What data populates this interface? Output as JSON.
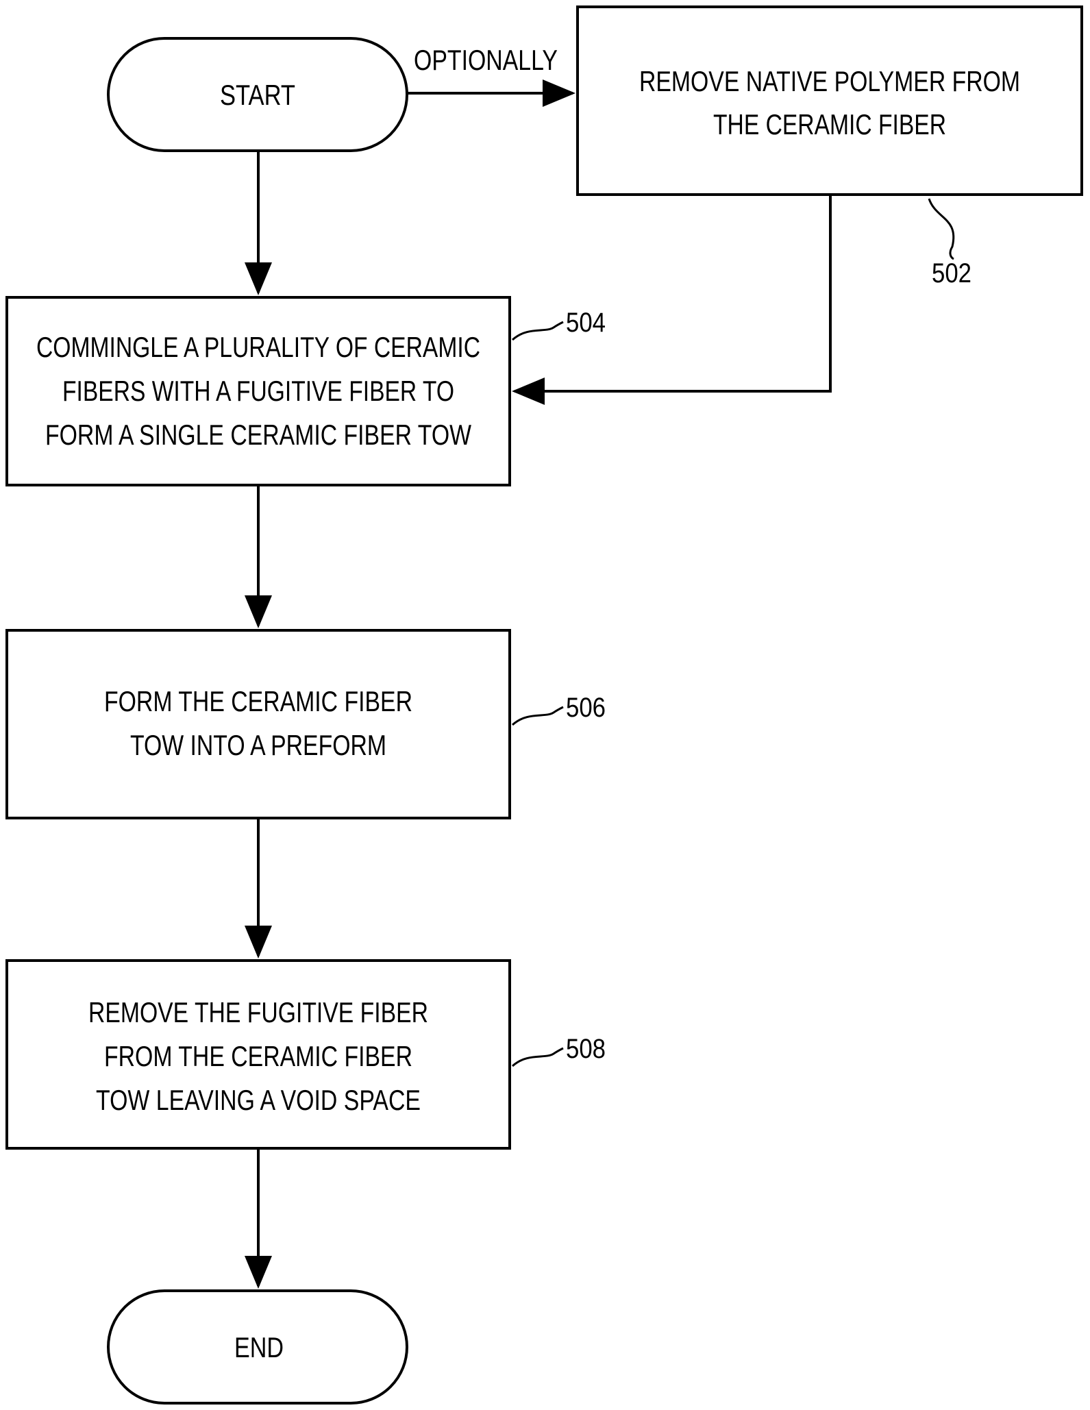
{
  "nodes": {
    "start": {
      "lines": [
        "START"
      ]
    },
    "step_502": {
      "lines": [
        "REMOVE NATIVE POLYMER FROM",
        "THE CERAMIC FIBER"
      ],
      "ref": "502"
    },
    "step_504": {
      "lines": [
        "COMMINGLE A PLURALITY OF CERAMIC",
        "FIBERS WITH A FUGITIVE FIBER TO",
        "FORM A SINGLE CERAMIC FIBER TOW"
      ],
      "ref": "504"
    },
    "step_506": {
      "lines": [
        "FORM THE CERAMIC FIBER",
        "TOW INTO A PREFORM"
      ],
      "ref": "506"
    },
    "step_508": {
      "lines": [
        "REMOVE THE FUGITIVE FIBER",
        "FROM THE CERAMIC FIBER",
        "TOW LEAVING A VOID SPACE"
      ],
      "ref": "508"
    },
    "end": {
      "lines": [
        "END"
      ]
    }
  },
  "edges": {
    "start_to_502": {
      "label": "OPTIONALLY"
    }
  }
}
